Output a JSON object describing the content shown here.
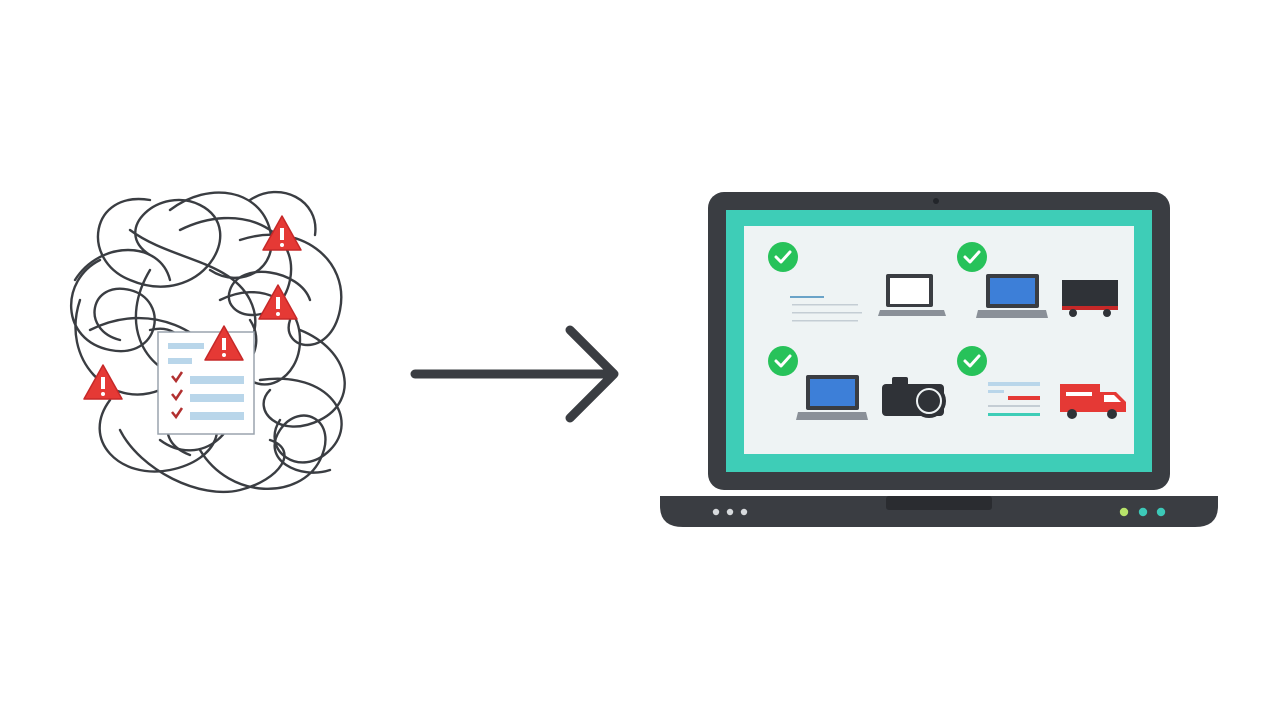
{
  "illustration": {
    "left_group": {
      "icons": [
        "tangled-lines",
        "checklist-document",
        "warning-icon",
        "warning-icon",
        "warning-icon",
        "warning-icon"
      ],
      "warning_glyph": "!",
      "check_glyph": "✓"
    },
    "arrow": {
      "icon": "arrow-right-icon"
    },
    "laptop": {
      "screen_items": [
        {
          "check": true,
          "icons": [
            "text-lines",
            "laptop-icon"
          ]
        },
        {
          "check": true,
          "icons": [
            "laptop-icon",
            "truck-icon"
          ]
        },
        {
          "check": true,
          "icons": [
            "laptop-icon",
            "camera-icon"
          ]
        },
        {
          "check": true,
          "icons": [
            "form-lines",
            "delivery-truck-icon"
          ]
        }
      ],
      "indicator_lights": [
        "#b7e36a",
        "#3cc9b8",
        "#3cc9b8"
      ]
    },
    "colors": {
      "outline": "#3a3d42",
      "warning": "#e53935",
      "check_green": "#27c25a",
      "screen_border": "#3ecdb7",
      "screen_fill": "#eef3f4",
      "laptop_body": "#3a3d42",
      "blue_screen": "#3d7fd8",
      "truck_red": "#e53935"
    }
  }
}
